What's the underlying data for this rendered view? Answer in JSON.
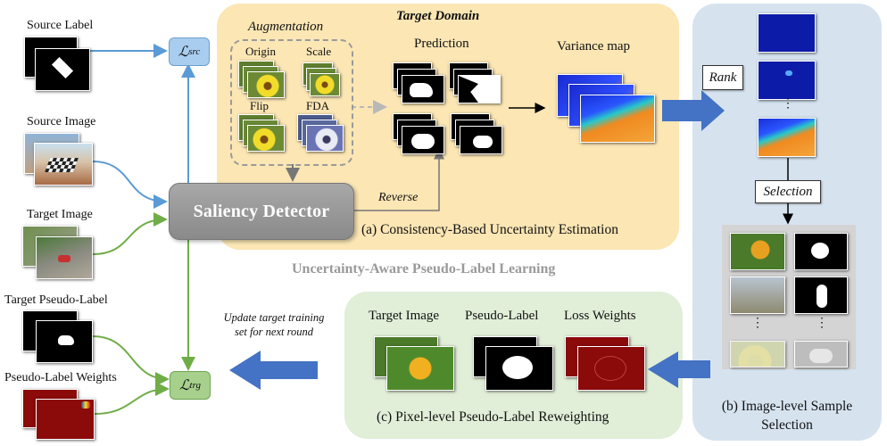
{
  "left": {
    "source_label": "Source Label",
    "source_image": "Source Image",
    "target_image": "Target Image",
    "target_pseudo_label": "Target Pseudo-Label",
    "pseudo_label_weights": "Pseudo-Label Weights"
  },
  "losses": {
    "src_main": "ℒ",
    "src_sub": "src",
    "trg_main": "ℒ",
    "trg_sub": "trg"
  },
  "detector": "Saliency Detector",
  "target_domain": {
    "title": "Target Domain",
    "augmentation": "Augmentation",
    "origin": "Origin",
    "scale": "Scale",
    "flip": "Flip",
    "fda": "FDA",
    "prediction": "Prediction",
    "variance_map": "Variance map",
    "reverse": "Reverse",
    "caption": "(a) Consistency-Based Uncertainty Estimation"
  },
  "selection_panel": {
    "rank": "Rank",
    "selection": "Selection",
    "dots": "⋮",
    "caption_line1": "(b) Image-level Sample",
    "caption_line2": "Selection"
  },
  "center_title": "Uncertainty-Aware Pseudo-Label Learning",
  "update_note_line1": "Update target training",
  "update_note_line2": "set for next round",
  "reweight_panel": {
    "target_image": "Target Image",
    "pseudo_label": "Pseudo-Label",
    "loss_weights": "Loss Weights",
    "caption": "(c) Pixel-level Pseudo-Label Reweighting"
  },
  "colors": {
    "target_panel": "#fbe6b4",
    "selection_panel": "#d6e3ef",
    "reweight_panel": "#e1eed8",
    "src_loss_box": "#a9cdef",
    "trg_loss_box": "#a7d08c",
    "blue_arrow": "#4472c4",
    "green_arrow": "#70ad47",
    "light_blue_arrow": "#5b9bd5"
  }
}
